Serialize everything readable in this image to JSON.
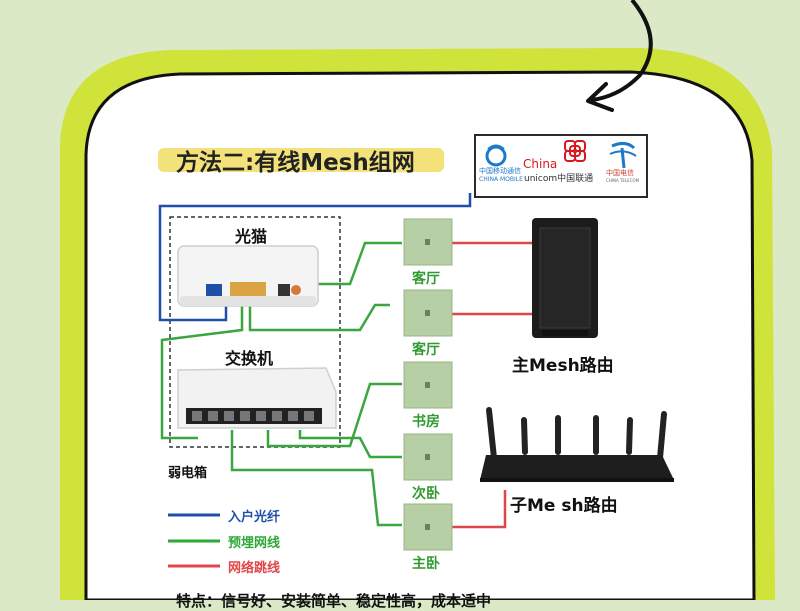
{
  "title": "方法二:有线Mesh组网",
  "isp_logos": {
    "cmcc_cn": "中国移动通信",
    "cmcc_en": "CHINA MOBILE",
    "unicom_cn": "China",
    "unicom_en": "unicom中国联通",
    "telecom_cn": "中国电信",
    "telecom_en": "CHINA TELECOM"
  },
  "devices": {
    "modem": "光猫",
    "switch": "交换机",
    "box": "弱电箱",
    "main_router": "主Mesh路由",
    "sub_router": "子Me sh路由"
  },
  "ports": [
    "客厅",
    "客厅",
    "书房",
    "次卧",
    "主卧"
  ],
  "legend": [
    {
      "label": "入户光纤",
      "color": "#1f4fa8"
    },
    {
      "label": "预埋网线",
      "color": "#2ea836"
    },
    {
      "label": "网络跳线",
      "color": "#e0474a"
    }
  ],
  "footer": "特点：信号好、安装简单、稳定性高，成本适中"
}
